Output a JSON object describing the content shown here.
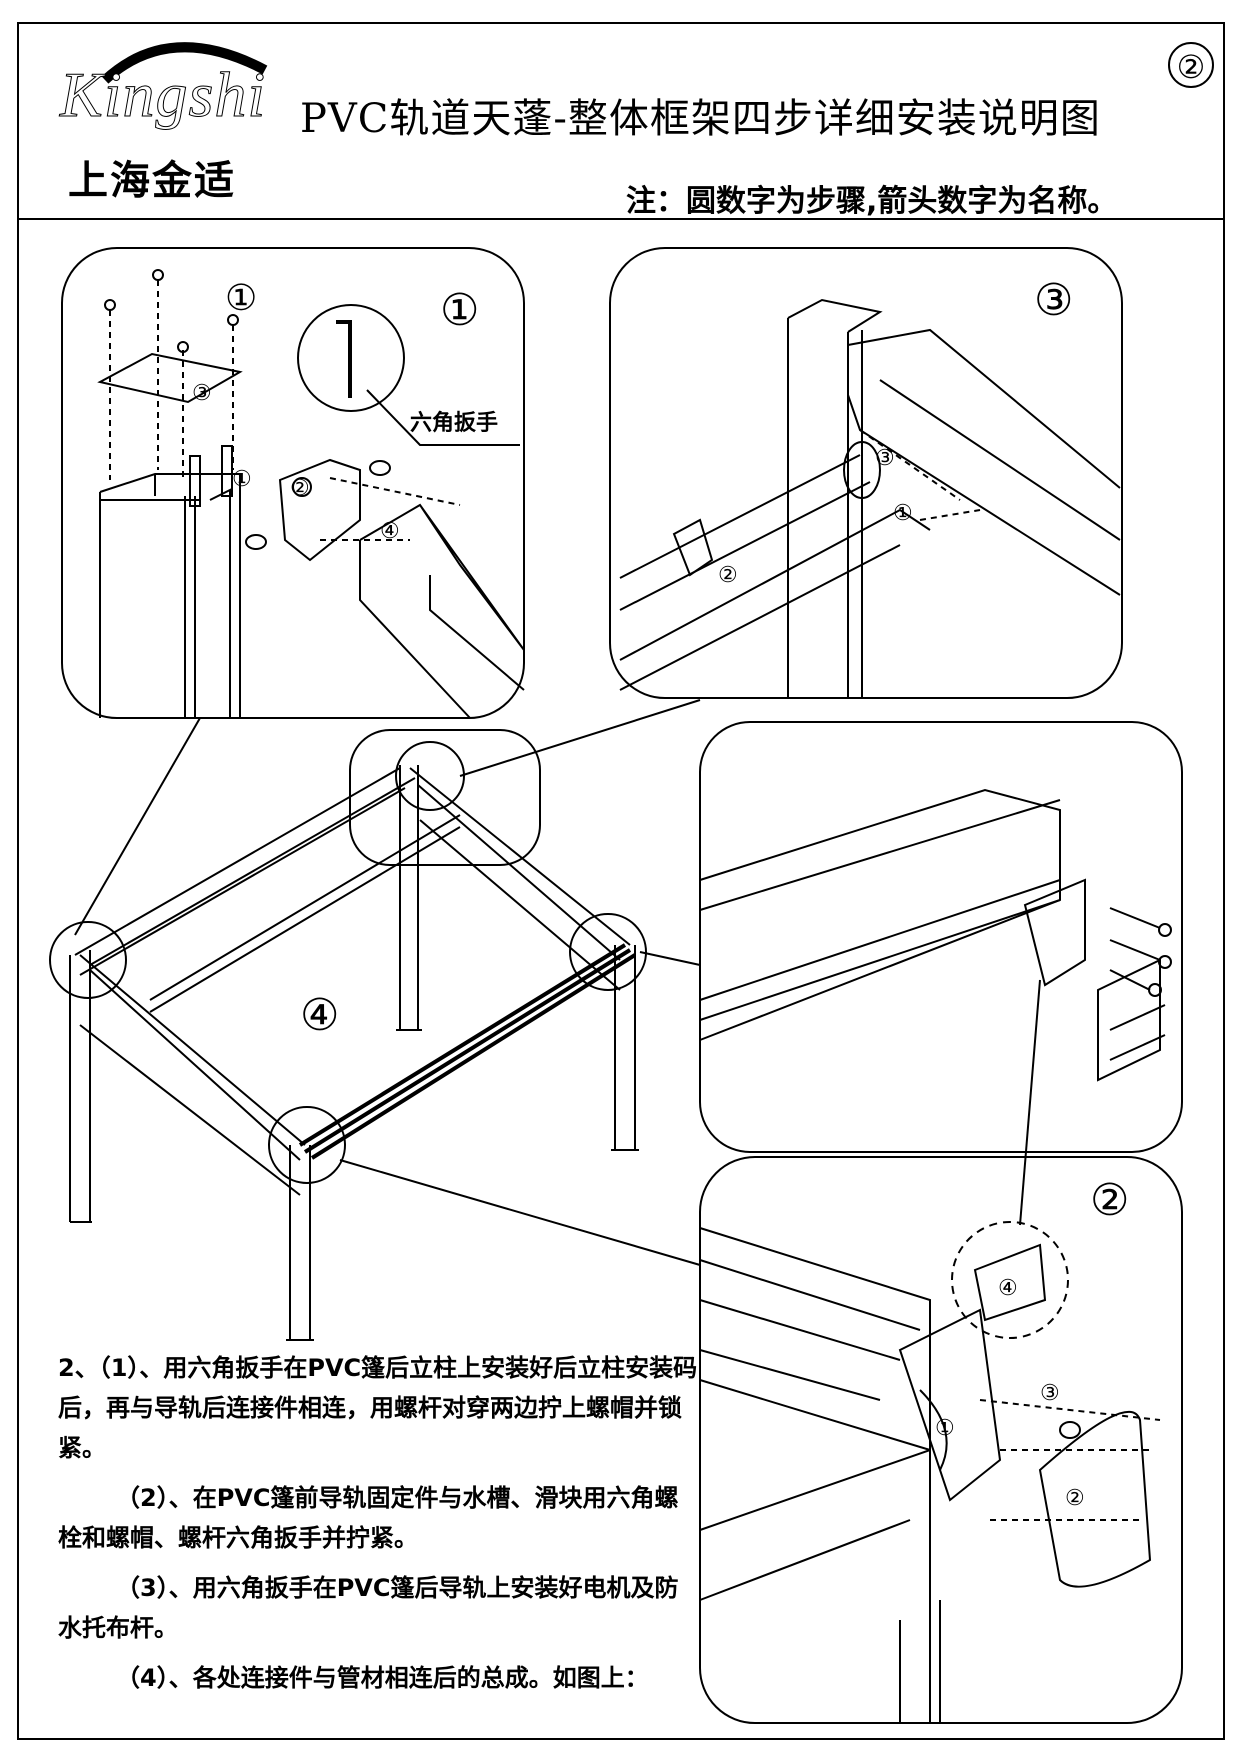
{
  "header": {
    "logo_text": "Kingshi",
    "logo_cn": "上海金适",
    "title": "PVC轨道天蓬-整体框架四步详细安装说明图",
    "page_number": "②",
    "note": "注：圆数字为步骤,箭头数字为名称。"
  },
  "panels": {
    "step1": "①",
    "step2": "②",
    "step3": "③",
    "step4": "④",
    "wrench_label": "六角扳手"
  },
  "callouts": {
    "p1": [
      "①",
      "②",
      "③",
      "④",
      "①"
    ],
    "p2": [
      "①",
      "②",
      "③",
      "④"
    ],
    "p3": [
      "①",
      "②",
      "③"
    ]
  },
  "instructions": {
    "line1": "2、（1）、用六角扳手在PVC篷后立柱上安装好后立柱安装码后，再与导轨后连接件相连，用螺杆对穿两边拧上螺帽并锁紧。",
    "line2": "（2）、在PVC篷前导轨固定件与水槽、滑块用六角螺栓和螺帽、螺杆六角扳手并拧紧。",
    "line3": "（3）、用六角扳手在PVC篷后导轨上安装好电机及防水托布杆。",
    "line4": "（4）、各处连接件与管材相连后的总成。如图上："
  }
}
